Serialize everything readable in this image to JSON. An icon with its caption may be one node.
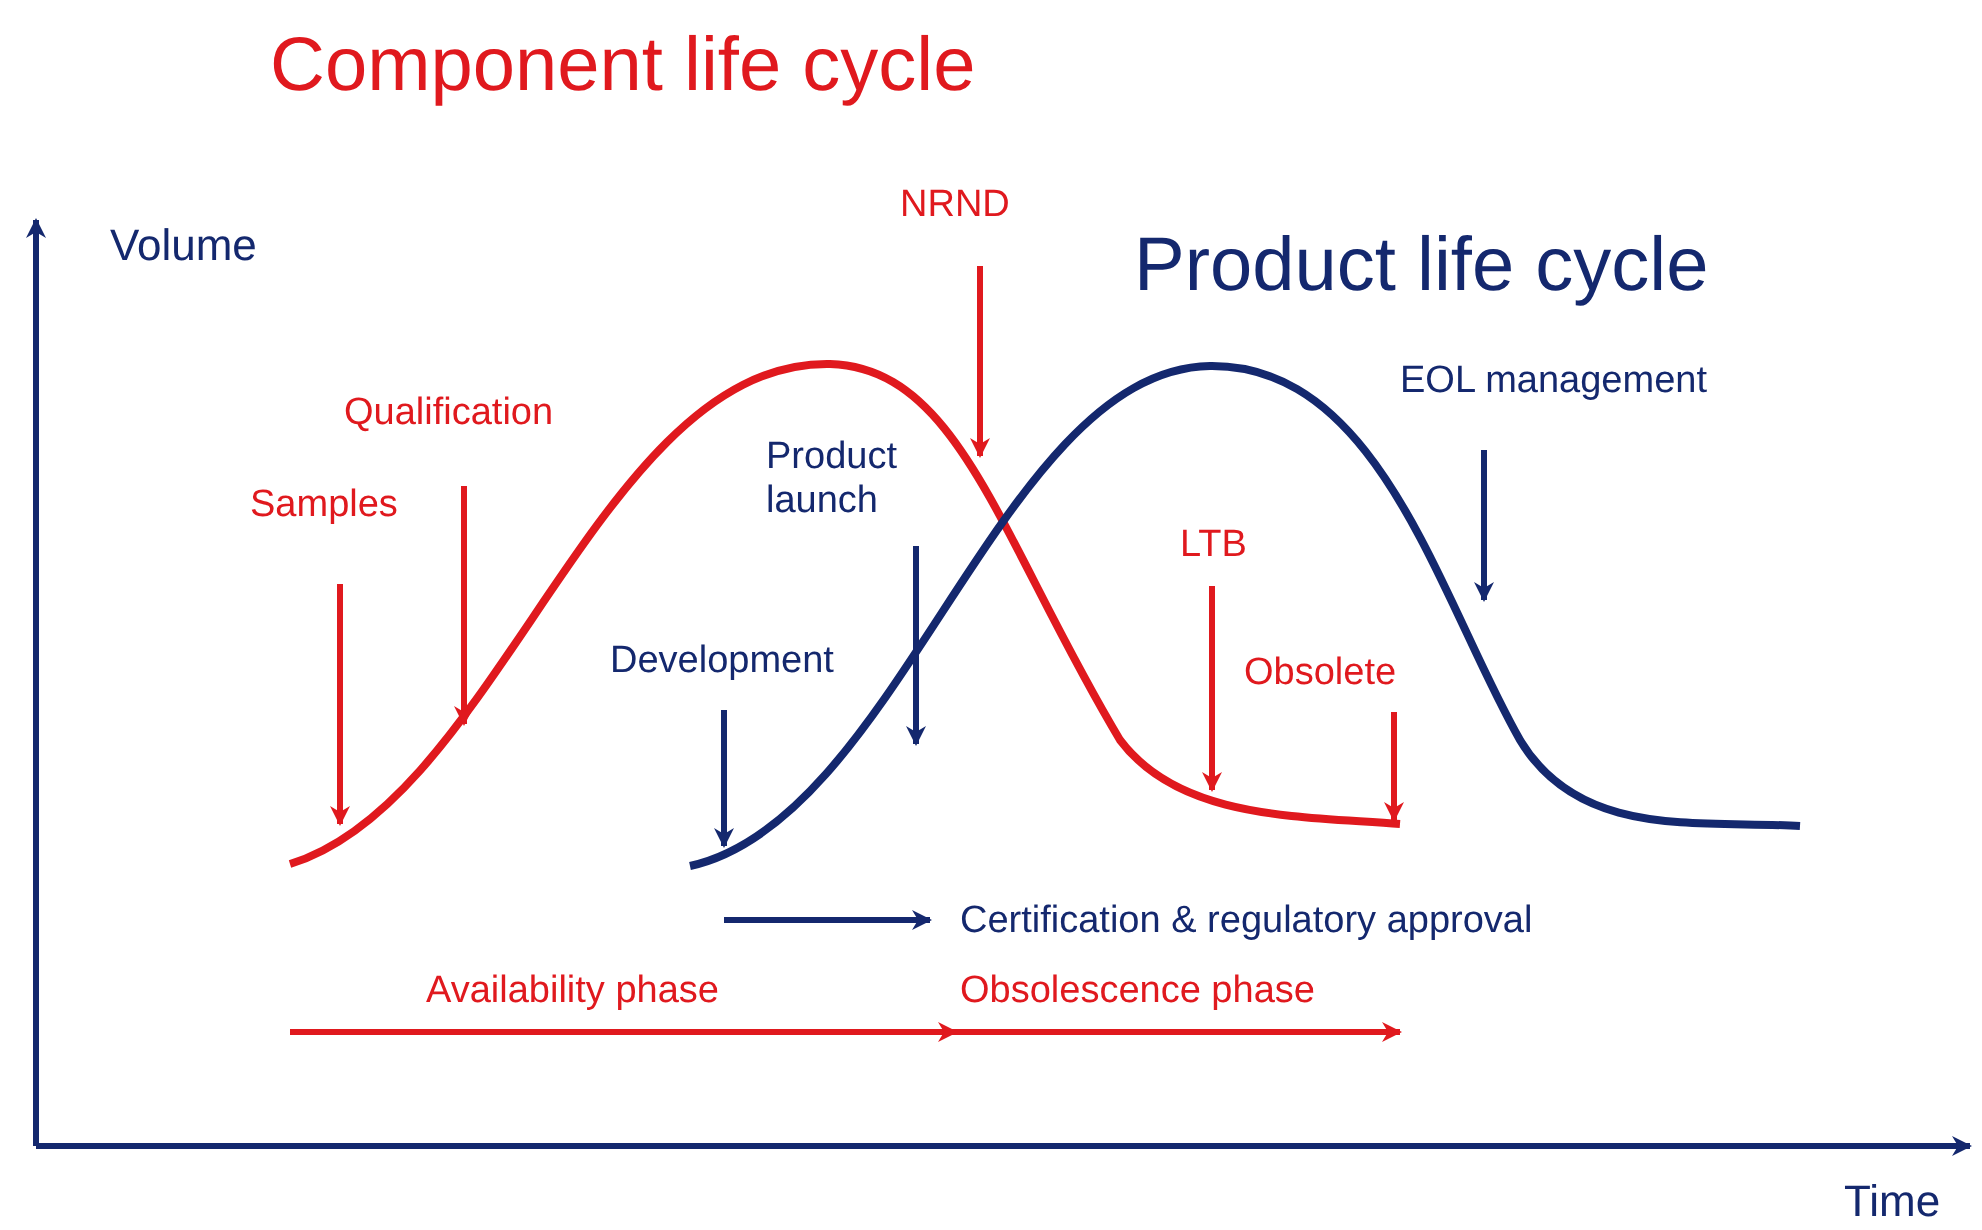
{
  "diagram": {
    "title": "Component life cycle",
    "nodes": [
      {
        "text": [
          "Samples"
        ]
      },
      {
        "text": [
          "Qualification"
        ]
      },
      {
        "text": [
          "NRND"
        ]
      },
      {
        "text": [
          "Product launch"
        ]
      },
      {
        "text": [
          "Development"
        ]
      },
      {
        "text": [
          "EOL management"
        ]
      },
      {
        "text": [
          "LTB"
        ]
      },
      {
        "text": [
          "Obsolete"
        ]
      }
    ],
    "edges": [
      {
        "from": 0,
        "to": null,
        "arrow": "to"
      },
      {
        "from": 1,
        "to": null,
        "arrow": "to"
      },
      {
        "from": 2,
        "to": null,
        "arrow": "to"
      },
      {
        "from": 3,
        "to": null,
        "arrow": "to",
        "color": "#14286e"
      },
      {
        "from": 4,
        "to": null,
        "arrow": "to",
        "color": "#14286e"
      },
      {
        "from": 5,
        "to": null,
        "arrow": "to",
        "color": "#14286e"
      },
      {
        "from": 6,
        "to": null,
        "arrow": "to"
      },
      {
        "from": 7,
        "to": null,
        "arrow": "to"
      }
    ],
    "labels": [
      "Volume",
      "Product life cycle",
      "Certification & regulatory approval",
      "Availability phase",
      "Obsolescence phase",
      "Time"
    ]
  }
}
